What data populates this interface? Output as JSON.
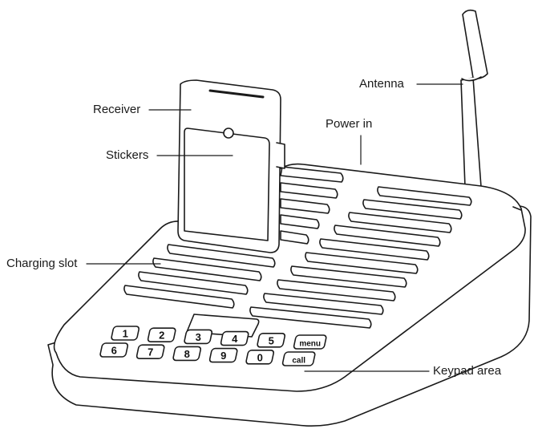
{
  "labels": {
    "antenna": "Antenna",
    "receiver": "Receiver",
    "power_in": "Power in",
    "stickers": "Stickers",
    "charging_slot": "Charging slot",
    "keypad_area": "Keypad area"
  },
  "keypad": {
    "row1": [
      "1",
      "2",
      "3",
      "4",
      "5",
      "menu"
    ],
    "row2": [
      "6",
      "7",
      "8",
      "9",
      "0",
      "call"
    ]
  },
  "colors": {
    "stroke": "#1a1a1a",
    "fill": "#ffffff"
  }
}
